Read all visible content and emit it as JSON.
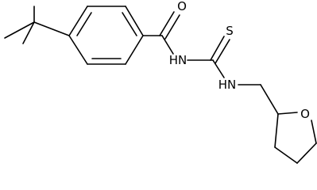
{
  "atoms": {
    "carbonyl_oxygen": "O",
    "amide_nh": "HN",
    "thione_sulfur": "S",
    "thiourea_nh": "HN",
    "ring_oxygen": "O"
  },
  "colors": {
    "bond": "#000000",
    "label": "#000000",
    "background": "#ffffff"
  }
}
